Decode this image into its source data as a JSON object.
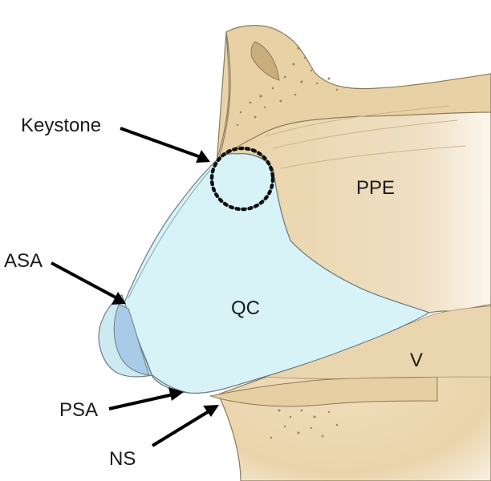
{
  "labels": {
    "keystone": "Keystone",
    "ppe": "PPE",
    "asa": "ASA",
    "qc": "QC",
    "v": "V",
    "psa": "PSA",
    "ns": "NS"
  },
  "colors": {
    "background": "#ffffff",
    "bone": "#ecd9b5",
    "bone_shadow": "#d9bf92",
    "cartilage": "#d8f3f8",
    "cartilage_dark": "#a8cbe8",
    "outline": "#7d7258",
    "arrow": "#000000"
  }
}
